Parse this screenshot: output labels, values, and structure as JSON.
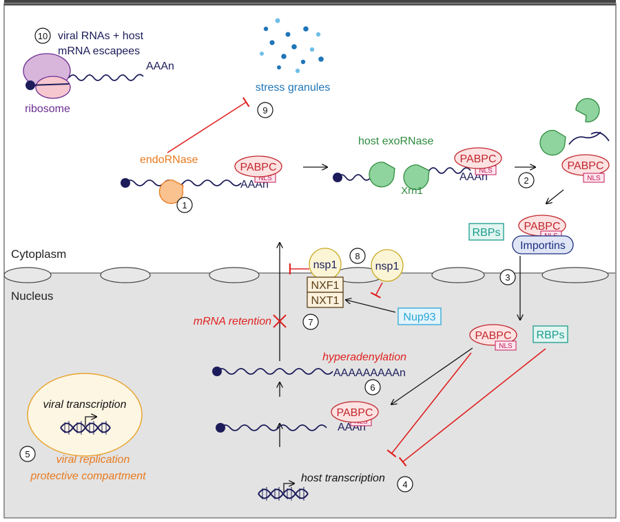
{
  "regions": {
    "cytoplasm": "Cytoplasm",
    "nucleus": "Nucleus"
  },
  "numbers": {
    "n1": "1",
    "n2": "2",
    "n3": "3",
    "n4": "4",
    "n5": "5",
    "n6": "6",
    "n7": "7",
    "n8": "8",
    "n9": "9",
    "n10": "10"
  },
  "ribosome": {
    "caption_line1": "viral RNAs + host",
    "caption_line2": "mRNA escapees",
    "label": "ribosome",
    "polya": "AAAn"
  },
  "stress_granules": "stress granules",
  "decay": {
    "endo_label": "endoRNase",
    "exo_label": "host exoRNase",
    "xrn1": "Xrn1",
    "pabpc": "PABPC",
    "nls": "NLS",
    "polya": "AAAn"
  },
  "import": {
    "rbps": "RBPs",
    "pabpc": "PABPC",
    "nls": "NLS",
    "importins": "Importins"
  },
  "export": {
    "nsp1": "nsp1",
    "nxf1": "NXF1",
    "nxt1": "NXT1",
    "nup93": "Nup93",
    "retention": "mRNA retention"
  },
  "nuclear": {
    "hyperadenylation": "hyperadenylation",
    "long_polya": "AAAAAAAAAn",
    "polya": "AAAn",
    "pabpc": "PABPC",
    "nls": "NLS",
    "rbps": "RBPs",
    "host_transcription": "host transcription"
  },
  "viral": {
    "transcription": "viral transcription",
    "replication_line1": "viral replication",
    "replication_line2": "protective compartment"
  },
  "colors": {
    "red": "#e02020",
    "purple": "#6a2c91",
    "blue": "#1f75b8",
    "orange": "#e87a1e",
    "green": "#2e8b3e",
    "teal": "#1a9c8c",
    "olive": "#c8a820",
    "cyan": "#2aa6d8",
    "navy": "#1c1c5a"
  }
}
